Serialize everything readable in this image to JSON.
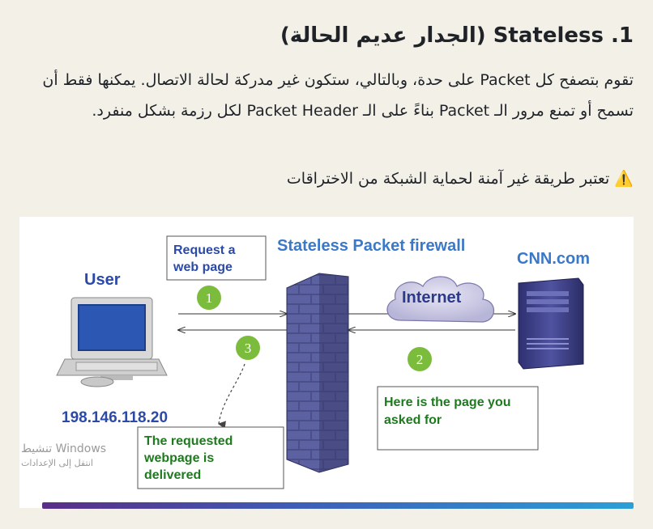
{
  "article": {
    "heading": "1. Stateless (الجدار عديم الحالة)",
    "paragraph": "تقوم بتصفح كل Packet على حدة، وبالتالي، ستكون غير مدركة لحالة الاتصال. يمكنها فقط أن تسمح أو تمنع مرور الـ Packet بناءً على الـ Packet Header لكل رزمة بشكل منفرد.",
    "warning_icon": "⚠️",
    "warning_text": "تعتبر طريقة غير آمنة لحماية الشبكة من الاختراقات"
  },
  "diagram": {
    "title": "Stateless  Packet firewall",
    "user_label": "User",
    "server_label": "CNN.com",
    "internet_label": "Internet",
    "ip_label": "198.146.118.20",
    "step1": "1",
    "step2": "2",
    "step3": "3",
    "box_request_line1": "Request a",
    "box_request_line2": "web page",
    "box_here_line1": "Here is the page you",
    "box_here_line2": "asked for",
    "box_delivered_line1": "The requested",
    "box_delivered_line2": "webpage is",
    "box_delivered_line3": "delivered"
  },
  "overlay": {
    "activate_line1": "تنشيط Windows",
    "activate_line2": "انتقل إلى الإعدادات"
  },
  "colors": {
    "blue_text": "#2b4aa8",
    "title_blue": "#3a79c9",
    "green_box_text": "#1e7a1e",
    "circle_green": "#7cbc3d",
    "wall_blue": "#4a4f8a"
  },
  "icons": [
    "warning-icon",
    "computer-icon",
    "server-icon",
    "cloud-icon",
    "firewall-brick-wall-icon"
  ]
}
